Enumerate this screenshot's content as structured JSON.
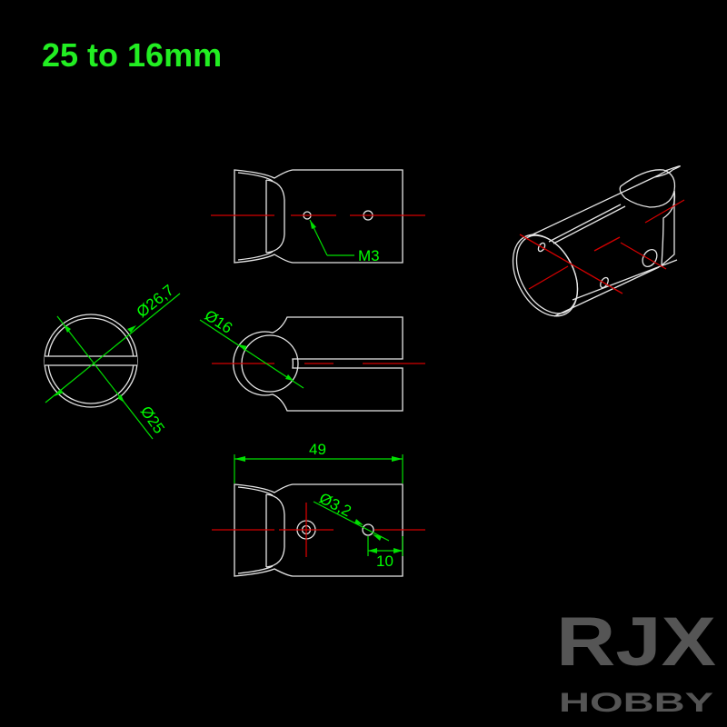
{
  "title": "25 to 16mm",
  "dimensions": {
    "thread": "M3",
    "outer_diameter": "Ø26,7",
    "inner_diameter": "Ø25",
    "clamp_diameter": "Ø16",
    "length": "49",
    "hole_diameter": "Ø3,2",
    "hole_offset": "10"
  },
  "logo": {
    "brand": "RJX",
    "sub": "HOBBY"
  },
  "colors": {
    "dimension": "#00ff00",
    "centerline": "#d40000",
    "outline": "#e6e6e6",
    "logo": "#555555"
  }
}
